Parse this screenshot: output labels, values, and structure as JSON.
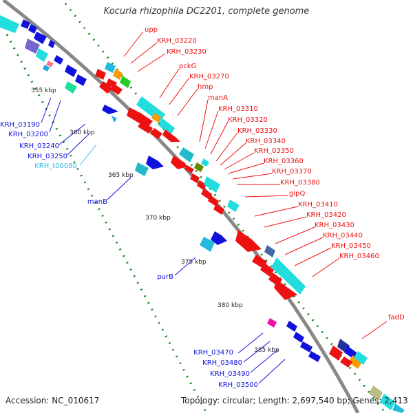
{
  "title": "Kocuria rhizophila DC2201, complete genome",
  "footer": {
    "accession": "Accession: NC_010617",
    "summary": "Topology: circular; Length: 2,697,540 bp; Genes: 2,413"
  },
  "colors": {
    "red": "#ee1111",
    "cyan": "#22dddd",
    "blue": "#1111dd",
    "cyan_label": "#33bbdd"
  },
  "scale_labels": [
    "355 kbp",
    "360 kbp",
    "365 kbp",
    "370 kbp",
    "375 kbp",
    "380 kbp",
    "385 kbp"
  ],
  "forward_labels": [
    "upp",
    "KRH_03220",
    "KRH_03230",
    "pckG",
    "KRH_03270",
    "hmp",
    "manA",
    "KRH_03310",
    "KRH_03320",
    "KRH_03330",
    "KRH_03340",
    "KRH_03350",
    "KRH_03360",
    "KRH_03370",
    "KRH_03380",
    "glpQ",
    "KRH_03410",
    "KRH_03420",
    "KRH_03430",
    "KRH_03440",
    "KRH_03450",
    "KRH_03460",
    "fadD"
  ],
  "reverse_labels": [
    "KRH_03190",
    "KRH_03200",
    "KRH_03240",
    "KRH_03250",
    "KRH_t00080",
    "manB",
    "purB",
    "KRH_03470",
    "KRH_03480",
    "KRH_03490",
    "KRH_03500"
  ]
}
